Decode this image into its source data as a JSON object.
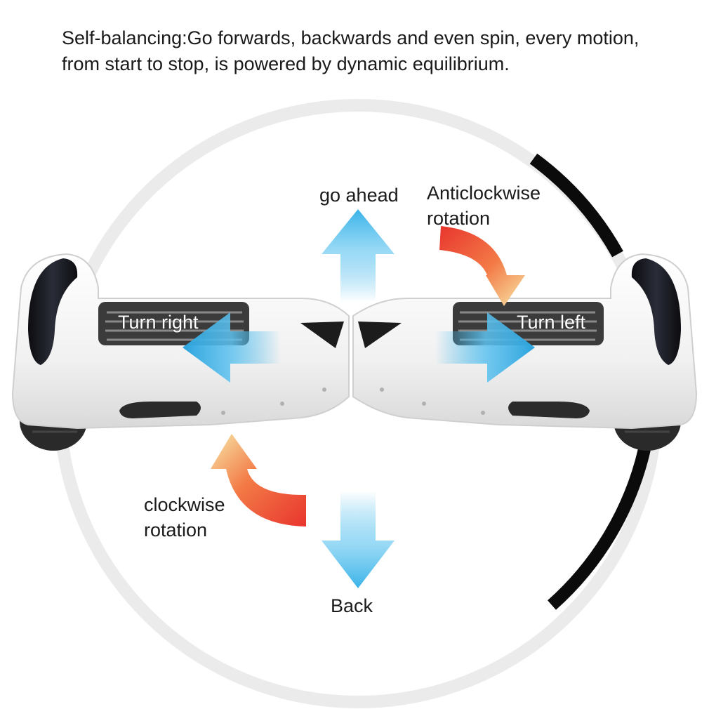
{
  "caption": {
    "line1": "Self-balancing:Go forwards, backwards and even spin, every motion,",
    "line2": "from start to stop, is powered by dynamic equilibrium."
  },
  "labels": {
    "go_ahead": "go ahead",
    "back": "Back",
    "turn_right": "Turn right",
    "turn_left": "Turn left",
    "anticlockwise_line1": "Anticlockwise",
    "anticlockwise_line2": "rotation",
    "clockwise_line1": "clockwise",
    "clockwise_line2": "rotation"
  },
  "colors": {
    "board_body": "#f4f4f4",
    "wheel_tire": "#2a2a2a",
    "circle_track": "#ebebeb",
    "circle_accent": "#0b0b0b",
    "arrow_blue": "#3ab3e8",
    "arrow_red": "#e8352e",
    "arrow_yellow": "#f7e7a8"
  },
  "icons": {
    "go_ahead_arrow": "arrow-up-icon",
    "back_arrow": "arrow-down-icon",
    "turn_right_arrow": "arrow-left-icon",
    "turn_left_arrow": "arrow-right-icon",
    "anticlockwise_arrow": "curved-arrow-icon",
    "clockwise_arrow": "curved-arrow-icon"
  }
}
